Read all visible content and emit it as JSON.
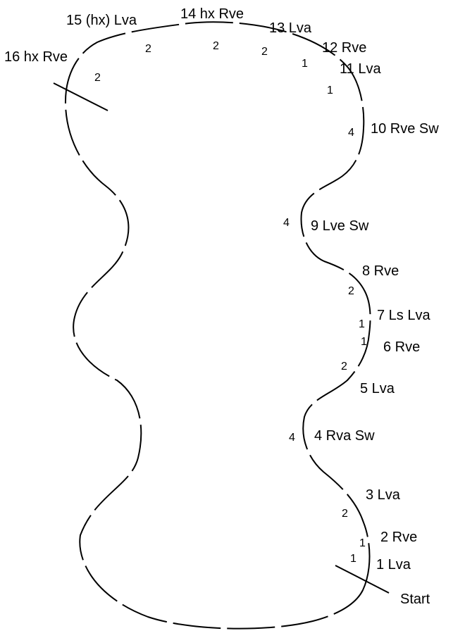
{
  "diagram": {
    "labels": {
      "start": "Start",
      "s1": "1 Lva",
      "s2": "2 Rve",
      "s3": "3 Lva",
      "s4": "4 Rva Sw",
      "s5": "5 Lva",
      "s6": "6 Rve",
      "s7": "7 Ls Lva",
      "s8": "8 Rve",
      "s9": "9 Lve Sw",
      "s10": "10 Rve Sw",
      "s11": "11 Lva",
      "s12": "12 Rve",
      "s13": "13 Lva",
      "s14": "14 hx Rve",
      "s15": "15 (hx) Lva",
      "s16": "16 hx Rve"
    },
    "counts": {
      "s1": "1",
      "s2": "1",
      "s3": "2",
      "s4": "4",
      "s5": "2",
      "s6": "1",
      "s7": "1",
      "s8": "2",
      "s9": "4",
      "s10": "4",
      "s11": "1",
      "s12": "1",
      "s13": "2",
      "s14": "2",
      "s15": "2",
      "s16": "2"
    }
  }
}
